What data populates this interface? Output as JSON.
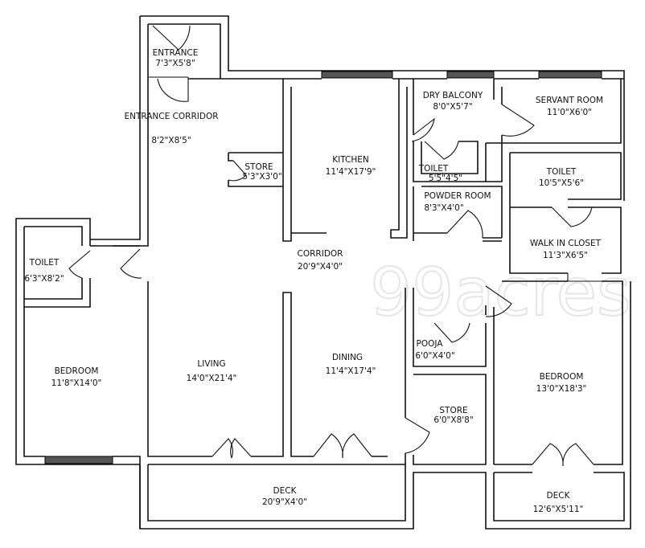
{
  "watermark": "99acres",
  "rooms": {
    "entrance": {
      "name": "ENTRANCE",
      "size": "7'3\"X5'8\""
    },
    "entrance_corridor": {
      "name": "ENTRANCE CORRIDOR",
      "size": "8'2\"X8'5\""
    },
    "store_top": {
      "name": "STORE",
      "size": "5'3\"X3'0\""
    },
    "kitchen": {
      "name": "KITCHEN",
      "size": "11'4\"X17'9\""
    },
    "dry_balcony": {
      "name": "DRY BALCONY",
      "size": "8'0\"X5'7\""
    },
    "servant_room": {
      "name": "SERVANT ROOM",
      "size": "11'0\"X6'0\""
    },
    "toilet_kitchen": {
      "name": "TOILET",
      "size": "5'5\"4'5\""
    },
    "toilet_right": {
      "name": "TOILET",
      "size": "10'5\"X5'6\""
    },
    "powder_room": {
      "name": "POWDER ROOM",
      "size": "8'3\"X4'0\""
    },
    "toilet_left": {
      "name": "TOILET",
      "size": "6'3\"X8'2\""
    },
    "corridor": {
      "name": "CORRIDOR",
      "size": "20'9\"X4'0\""
    },
    "walk_in_closet": {
      "name": "WALK IN CLOSET",
      "size": "11'3\"X6'5\""
    },
    "bedroom_left": {
      "name": "BEDROOM",
      "size": "11'8\"X14'0\""
    },
    "living": {
      "name": "LIVING",
      "size": "14'0\"X21'4\""
    },
    "dining": {
      "name": "DINING",
      "size": "11'4\"X17'4\""
    },
    "pooja": {
      "name": "POOJA",
      "size": "6'0\"X4'0\""
    },
    "bedroom_right": {
      "name": "BEDROOM",
      "size": "13'0\"X18'3\""
    },
    "store_bottom": {
      "name": "STORE",
      "size": "6'0\"X8'8\""
    },
    "deck_main": {
      "name": "DECK",
      "size": "20'9\"X4'0\""
    },
    "deck_right": {
      "name": "DECK",
      "size": "12'6\"X5'11\""
    }
  }
}
